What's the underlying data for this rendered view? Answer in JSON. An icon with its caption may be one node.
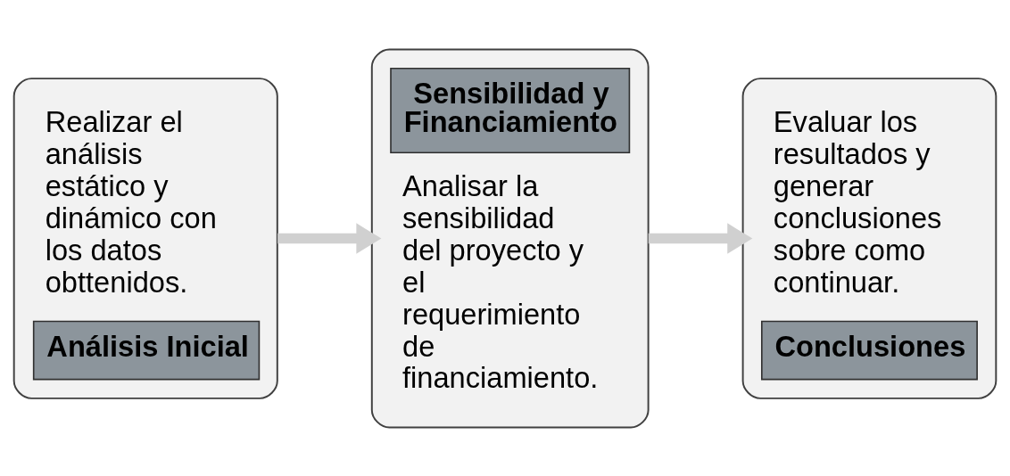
{
  "diagram": {
    "nodes": [
      {
        "text": [
          "Realizar el análisis estático y dinámico con los datos obttenidos.",
          "Análisis Inicial"
        ]
      },
      {
        "text": [
          "Sensibilidad y Financiamiento",
          "Analisar la sensibilidad del proyecto y el requerimiento de financiamiento."
        ]
      },
      {
        "text": [
          "Evaluar los resultados y generar conclusiones sobre como continuar.",
          "Conclusiones"
        ]
      }
    ],
    "edges": [
      {
        "from": 0,
        "to": 1,
        "arrow": "to"
      },
      {
        "from": 1,
        "to": 2,
        "arrow": "to"
      }
    ]
  }
}
